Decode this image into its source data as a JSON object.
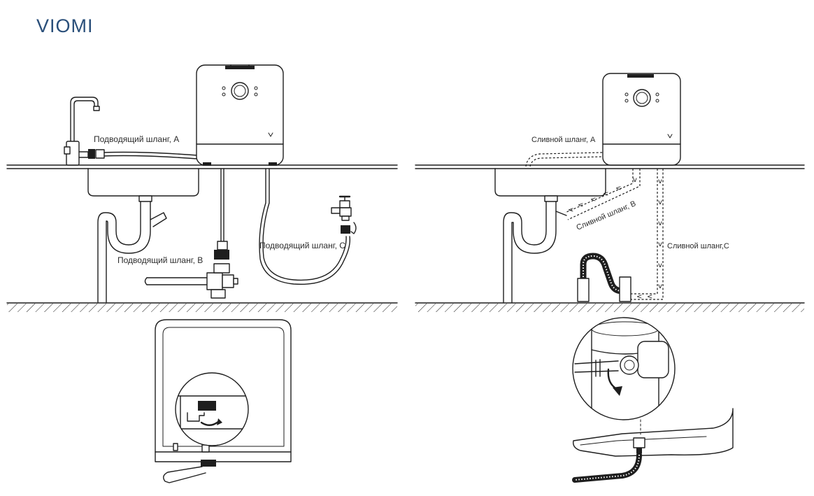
{
  "brand": "VIOMI",
  "left_scene": {
    "inlet_hose_a": "Подводящий шланг, A",
    "inlet_hose_b": "Подводящий шланг, B",
    "inlet_hose_c": "Подводящий шланг, C"
  },
  "right_scene": {
    "drain_hose_a": "Сливной шланг, A",
    "drain_hose_b": "Сливной шланг, B",
    "drain_hose_c": "Сливной шланг,C"
  },
  "colors": {
    "brand": "#2a4f7a",
    "line": "#1e1e1e"
  },
  "icons": [
    "faucet-icon",
    "tap-valve-icon",
    "rotate-arrow-icon",
    "flow-chevron-icon"
  ]
}
